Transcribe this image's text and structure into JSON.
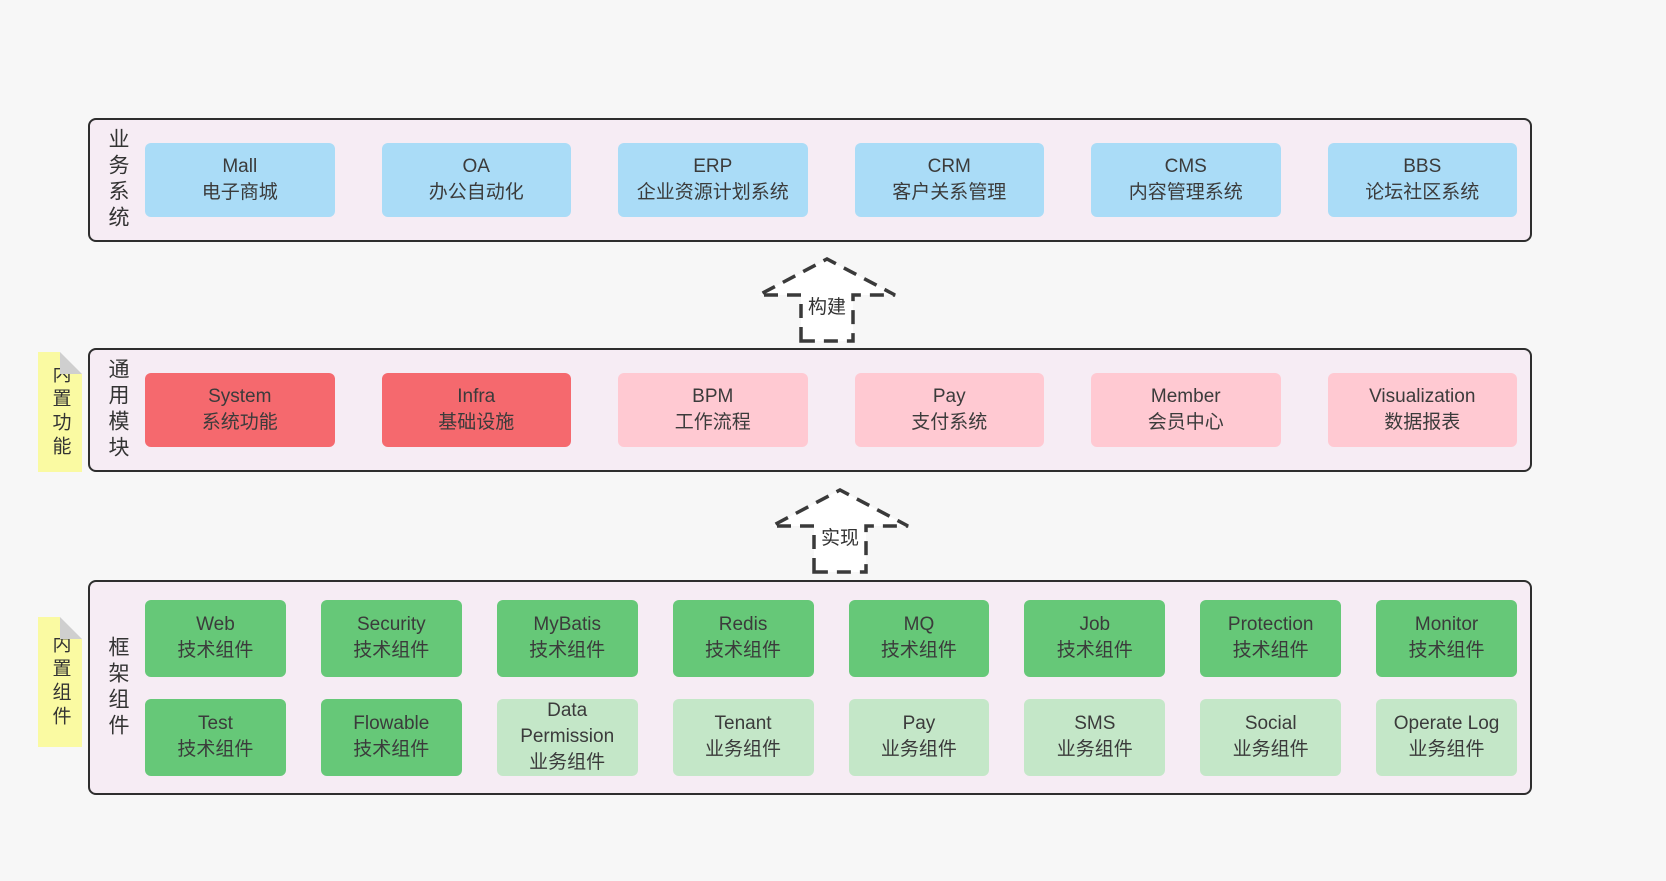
{
  "colors": {
    "page_bg": "#f7f7f7",
    "band_bg": "#f6ecf4",
    "band_border": "#2e2e2e",
    "blue": "#aadcf7",
    "red": "#f5696e",
    "pink": "#ffc9d2",
    "green": "#66c878",
    "light_green": "#c4e7c8",
    "sticky_yellow": "#fafaa2",
    "sticky_fold": "#cfcfcf",
    "text": "#3b3b3b",
    "arrow_stroke": "#3a3a3a",
    "arrow_fill": "#ffffff"
  },
  "bands": [
    {
      "id": "business-systems",
      "label": "业务系统",
      "rows": [
        [
          {
            "name": "Mall",
            "desc": "电子商城",
            "color": "blue"
          },
          {
            "name": "OA",
            "desc": "办公自动化",
            "color": "blue"
          },
          {
            "name": "ERP",
            "desc": "企业资源计划系统",
            "color": "blue"
          },
          {
            "name": "CRM",
            "desc": "客户关系管理",
            "color": "blue"
          },
          {
            "name": "CMS",
            "desc": "内容管理系统",
            "color": "blue"
          },
          {
            "name": "BBS",
            "desc": "论坛社区系统",
            "color": "blue"
          }
        ]
      ]
    },
    {
      "id": "common-modules",
      "label": "通用模块",
      "sticky": "内置功能",
      "rows": [
        [
          {
            "name": "System",
            "desc": "系统功能",
            "color": "red"
          },
          {
            "name": "Infra",
            "desc": "基础设施",
            "color": "red"
          },
          {
            "name": "BPM",
            "desc": "工作流程",
            "color": "pink"
          },
          {
            "name": "Pay",
            "desc": "支付系统",
            "color": "pink"
          },
          {
            "name": "Member",
            "desc": "会员中心",
            "color": "pink"
          },
          {
            "name": "Visualization",
            "desc": "数据报表",
            "color": "pink"
          }
        ]
      ]
    },
    {
      "id": "framework-components",
      "label": "框架组件",
      "sticky": "内置组件",
      "rows": [
        [
          {
            "name": "Web",
            "desc": "技术组件",
            "color": "green"
          },
          {
            "name": "Security",
            "desc": "技术组件",
            "color": "green"
          },
          {
            "name": "MyBatis",
            "desc": "技术组件",
            "color": "green"
          },
          {
            "name": "Redis",
            "desc": "技术组件",
            "color": "green"
          },
          {
            "name": "MQ",
            "desc": "技术组件",
            "color": "green"
          },
          {
            "name": "Job",
            "desc": "技术组件",
            "color": "green"
          },
          {
            "name": "Protection",
            "desc": "技术组件",
            "color": "green"
          },
          {
            "name": "Monitor",
            "desc": "技术组件",
            "color": "green"
          }
        ],
        [
          {
            "name": "Test",
            "desc": "技术组件",
            "color": "green"
          },
          {
            "name": "Flowable",
            "desc": "技术组件",
            "color": "green"
          },
          {
            "name": "Data Permission",
            "desc": "业务组件",
            "color": "light_green"
          },
          {
            "name": "Tenant",
            "desc": "业务组件",
            "color": "light_green"
          },
          {
            "name": "Pay",
            "desc": "业务组件",
            "color": "light_green"
          },
          {
            "name": "SMS",
            "desc": "业务组件",
            "color": "light_green"
          },
          {
            "name": "Social",
            "desc": "业务组件",
            "color": "light_green"
          },
          {
            "name": "Operate Log",
            "desc": "业务组件",
            "color": "light_green"
          }
        ]
      ]
    }
  ],
  "arrows": [
    {
      "label": "构建"
    },
    {
      "label": "实现"
    }
  ]
}
